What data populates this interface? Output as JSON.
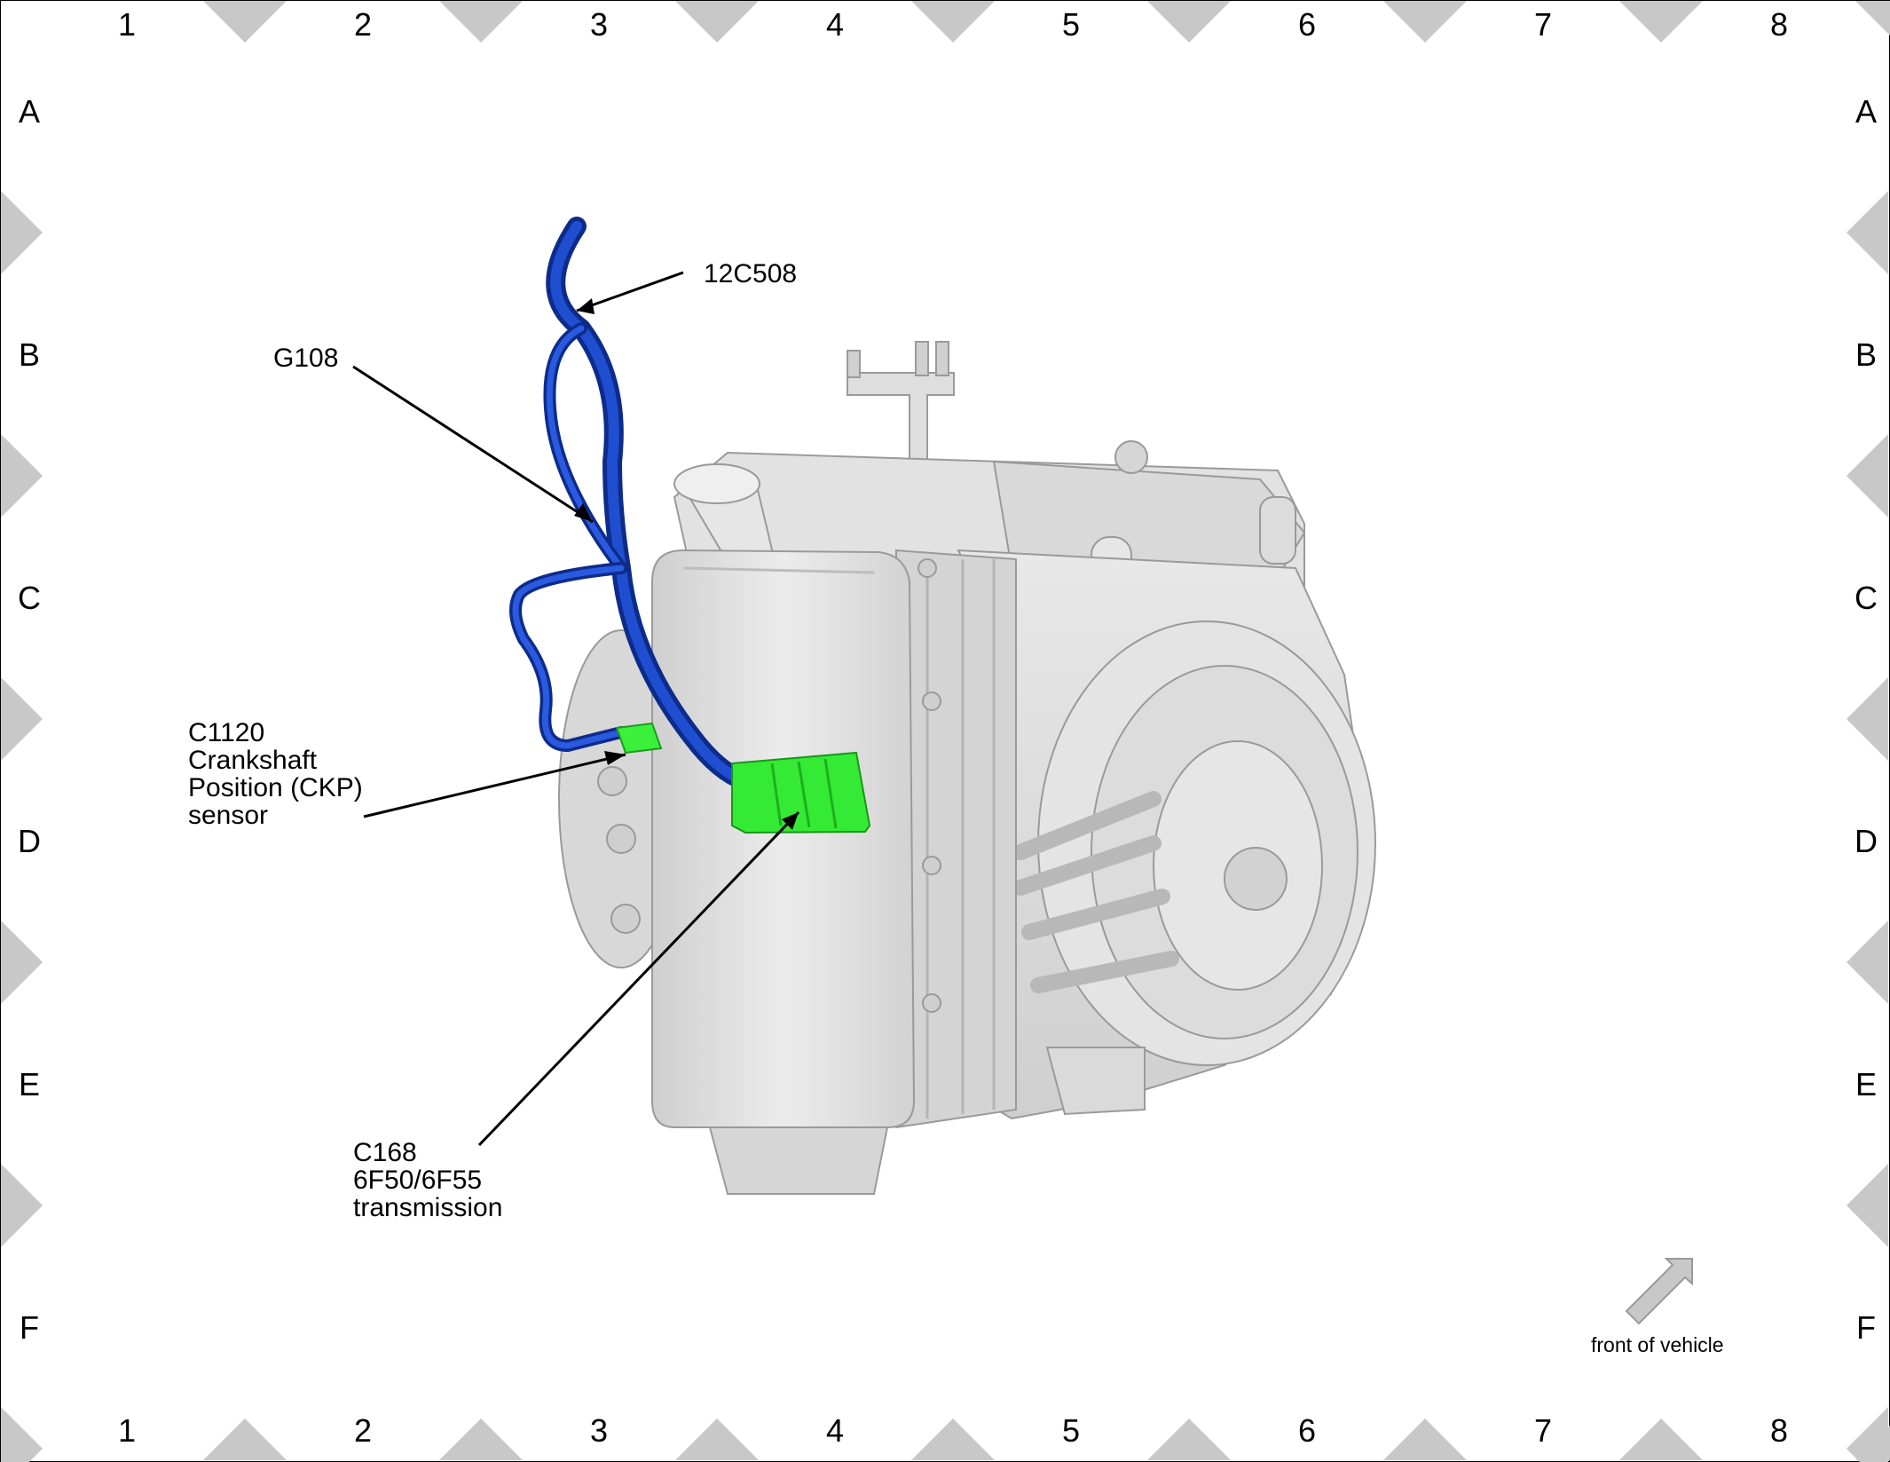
{
  "grid": {
    "columns": [
      "1",
      "2",
      "3",
      "4",
      "5",
      "6",
      "7",
      "8"
    ],
    "rows": [
      "A",
      "B",
      "C",
      "D",
      "E",
      "F"
    ]
  },
  "callouts": {
    "harness": "12C508",
    "ground": "G108",
    "ckp": [
      "C1120",
      "Crankshaft",
      "Position (CKP)",
      "sensor"
    ],
    "trans_connector": [
      "C168",
      "6F50/6F55",
      "transmission"
    ]
  },
  "orientation": {
    "label": "front of vehicle",
    "icon": "arrow-down-left-icon"
  },
  "colors": {
    "harness": "#1a3fb0",
    "connector": "#2ee82e",
    "component": "#dcdcdc",
    "grid_marker": "#c8c8c8"
  }
}
